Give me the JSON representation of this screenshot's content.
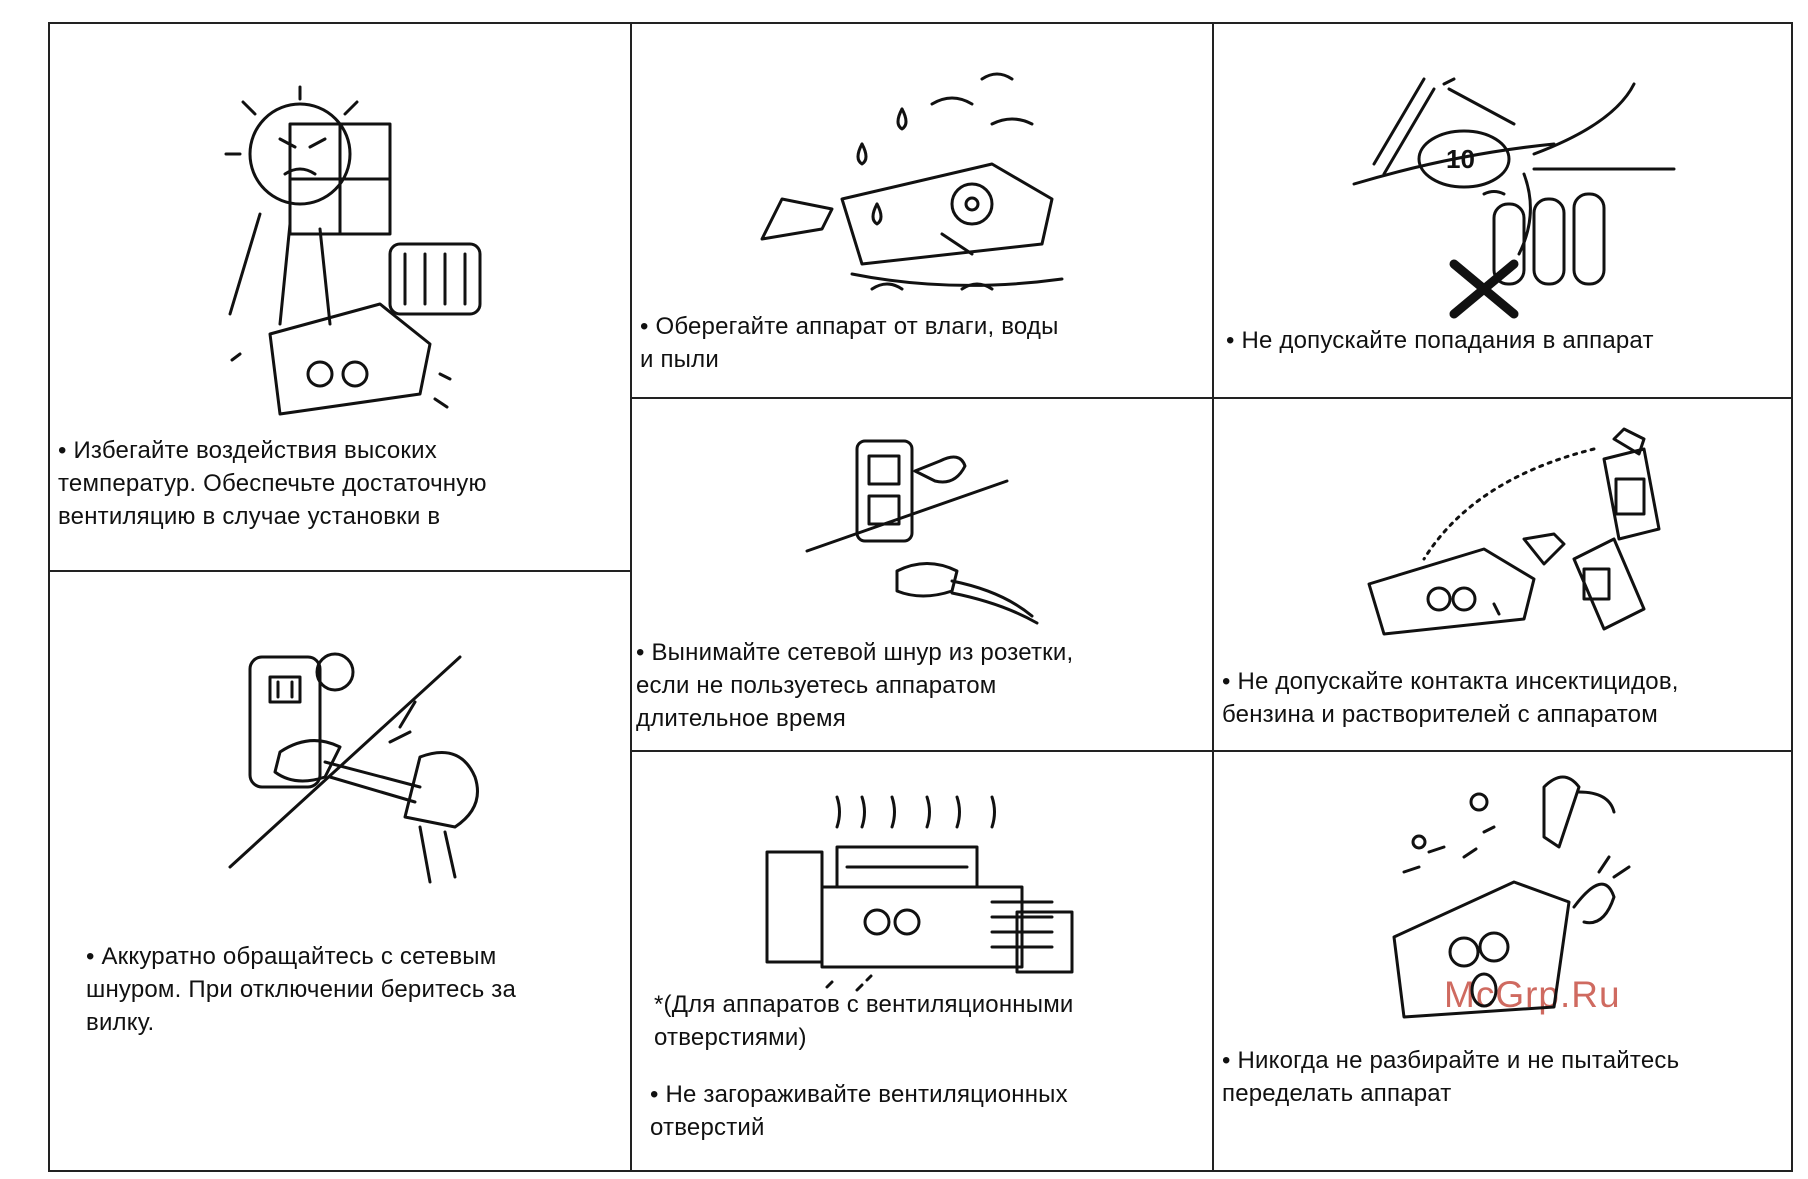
{
  "cells": [
    {
      "id": "heat",
      "icon": "sun-heat-icon",
      "caption": "• Избегайте воздействия высоких\n  температур. Обеспечьте достаточную\n  вентиляцию в случае установки в"
    },
    {
      "id": "cord",
      "icon": "plug-handling-icon",
      "caption": "• Аккуратно обращайтесь с сетевым\n  шнуром. При отключении беритесь за\n  вилку."
    },
    {
      "id": "moisture",
      "icon": "water-dust-icon",
      "caption": "• Оберегайте аппарат от влаги, воды\n и пыли"
    },
    {
      "id": "unplug",
      "icon": "wall-socket-icon",
      "caption": "• Вынимайте сетевой шнур из розетки,\n если не пользуетесь аппаратом\n длительное время"
    },
    {
      "id": "ventilation",
      "icon": "stacked-devices-icon",
      "note": "*(Для аппаратов с вентиляционными\n  отверстиями)",
      "caption": "• Не загораживайте вентиляционных\n  отверстий"
    },
    {
      "id": "objects",
      "icon": "coin-nail-icon",
      "caption": "• Не допускайте попадания в аппарат"
    },
    {
      "id": "chemicals",
      "icon": "spray-can-icon",
      "caption": "• Не допускайте контакта инсектицидов,\n бензина и растворителей с аппаратом"
    },
    {
      "id": "disassemble",
      "icon": "screwdriver-icon",
      "caption": "• Никогда не разбирайте и не пытайтесь\n переделать аппарат"
    }
  ],
  "watermark": "McGrp.Ru",
  "coin_label": "10"
}
